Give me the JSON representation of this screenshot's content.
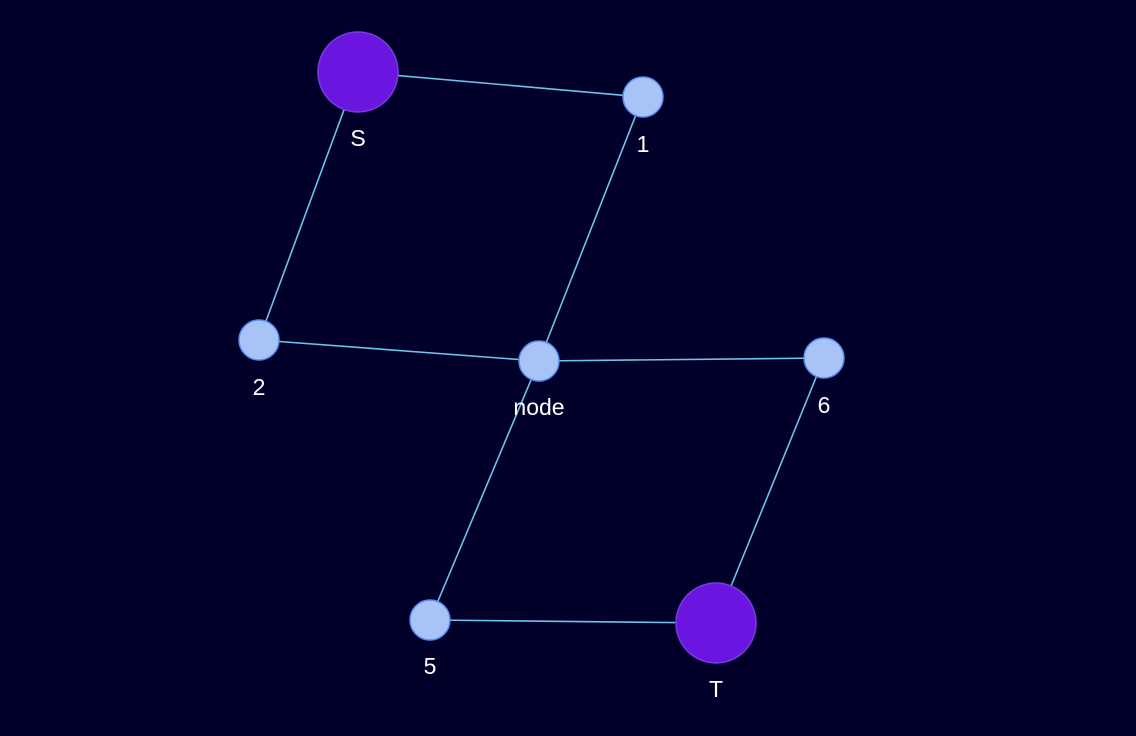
{
  "colors": {
    "background": "#00002a",
    "edge": "#6ec3e6",
    "terminal_fill": "#6a15e0",
    "terminal_stroke": "#7b3ae0",
    "regular_fill": "#a8c4f6",
    "regular_stroke": "#5a8df0"
  },
  "nodes": [
    {
      "id": "S",
      "label": "S",
      "kind": "terminal"
    },
    {
      "id": "1",
      "label": "1",
      "kind": "regular"
    },
    {
      "id": "2",
      "label": "2",
      "kind": "regular"
    },
    {
      "id": "node",
      "label": "node",
      "kind": "regular"
    },
    {
      "id": "6",
      "label": "6",
      "kind": "regular"
    },
    {
      "id": "5",
      "label": "5",
      "kind": "regular"
    },
    {
      "id": "T",
      "label": "T",
      "kind": "terminal"
    }
  ],
  "edges": [
    {
      "from": "S",
      "to": "1"
    },
    {
      "from": "S",
      "to": "2"
    },
    {
      "from": "1",
      "to": "node"
    },
    {
      "from": "2",
      "to": "node"
    },
    {
      "from": "node",
      "to": "6"
    },
    {
      "from": "node",
      "to": "5"
    },
    {
      "from": "6",
      "to": "T"
    },
    {
      "from": "5",
      "to": "T"
    }
  ]
}
